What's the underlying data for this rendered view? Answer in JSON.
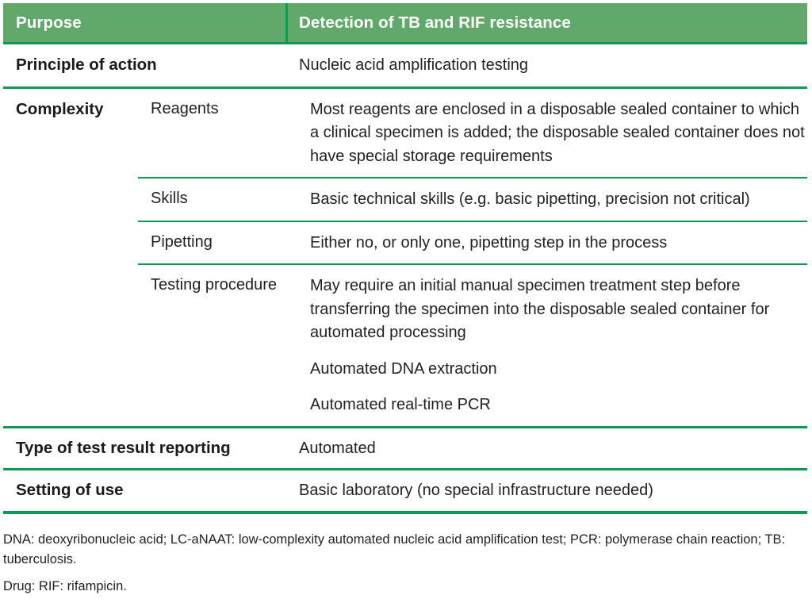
{
  "table": {
    "header": {
      "col1": "Purpose",
      "col2": "Detection of TB and RIF resistance"
    },
    "rows": [
      {
        "label": "Principle of action",
        "value": "Nucleic acid amplification testing"
      }
    ],
    "complexity": {
      "label": "Complexity",
      "subrows": [
        {
          "label": "Reagents",
          "paragraphs": [
            "Most reagents are enclosed in a disposable sealed container to which a clinical specimen is added; the disposable sealed container does not have special storage requirements"
          ]
        },
        {
          "label": "Skills",
          "paragraphs": [
            "Basic technical skills (e.g. basic pipetting, precision not critical)"
          ]
        },
        {
          "label": "Pipetting",
          "paragraphs": [
            "Either no, or only one, pipetting step in the process"
          ]
        },
        {
          "label": "Testing procedure",
          "paragraphs": [
            "May require an initial manual specimen treatment step before transferring the specimen into the disposable sealed container for automated processing",
            "Automated DNA extraction",
            "Automated real-time PCR"
          ]
        }
      ]
    },
    "trailing_rows": [
      {
        "label": "Type of test result reporting",
        "value": "Automated"
      },
      {
        "label": "Setting of use",
        "value": "Basic laboratory (no special infrastructure needed)"
      }
    ]
  },
  "footnotes": [
    "DNA: deoxyribonucleic acid; LC-aNAAT: low-complexity automated nucleic acid amplification test; PCR: polymerase chain reaction; TB: tuberculosis.",
    "Drug: RIF: rifampicin."
  ],
  "colors": {
    "header_background": "#61a96a",
    "rule_green": "#0f9a53",
    "header_text": "#ffffff",
    "body_text": "#231f20"
  }
}
